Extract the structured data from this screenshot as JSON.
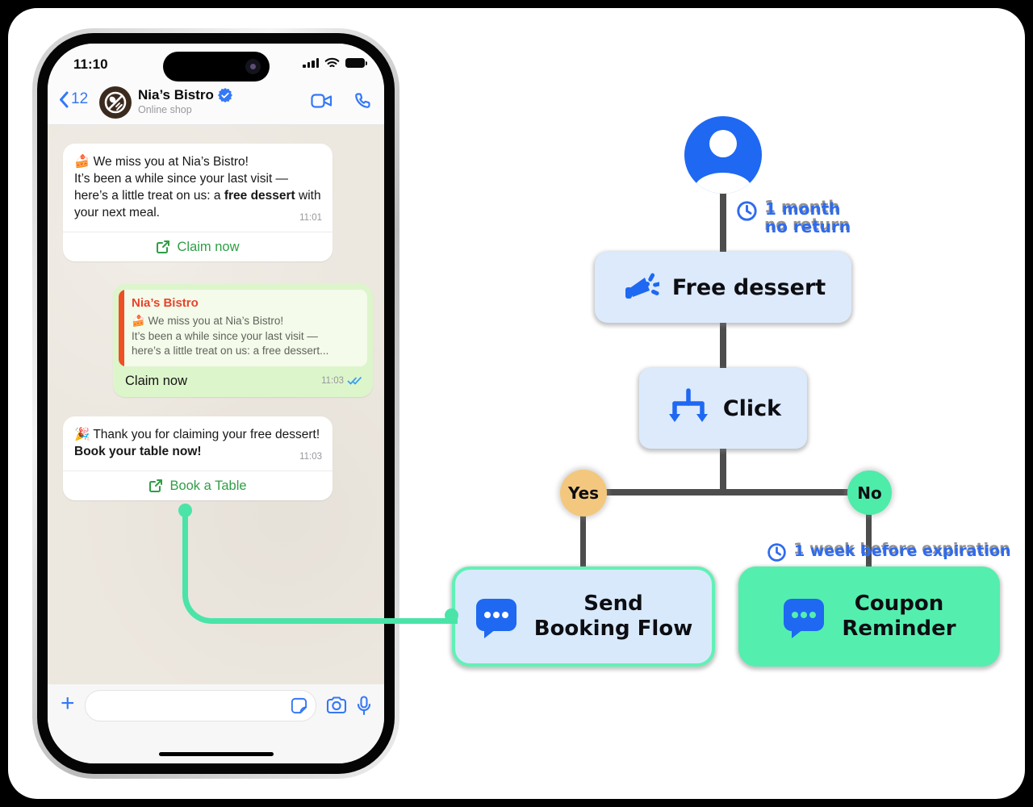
{
  "colors": {
    "brand_blue": "#1e68f2",
    "ios_blue": "#3478f6",
    "mint": "#54efae",
    "sandy": "#f3c87e",
    "line_gray": "#4d4d4d",
    "light_blue": "#dceafc",
    "bubble_green": "#ddf5cb",
    "link_green": "#2f9e46",
    "quote_red": "#e8432c"
  },
  "phone": {
    "time": "11:10",
    "back_count": "12",
    "chat_title": "Nia’s Bistro",
    "chat_subtitle": "Online shop",
    "msg1": {
      "pre": "🍰 We miss you at Nia’s Bistro!\nIt’s been a while since your last visit — here’s a little treat on us: a ",
      "bold": "free dessert",
      "post": " with your next meal.",
      "time": "11:01",
      "cta": "Claim now"
    },
    "msg2": {
      "quote_title": "Nia’s Bistro",
      "quote_text": "🍰 We miss you at Nia’s Bistro!\nIt’s been a while since your last visit —\nhere’s a little treat on us: a free dessert...",
      "reply": "Claim now",
      "time": "11:03"
    },
    "msg3": {
      "pre": "🎉 Thank you for claiming your free dessert! ",
      "bold": "Book your table now!",
      "time": "11:03",
      "cta": "Book a Table"
    }
  },
  "flow": {
    "trigger_note": "1 month\nno return",
    "step_offer": "Free dessert",
    "step_click": "Click",
    "branch_yes": "Yes",
    "branch_no": "No",
    "yes_box_l1": "Send",
    "yes_box_l2": "Booking Flow",
    "expiry_note": "1 week before expiration",
    "no_box_l1": "Coupon",
    "no_box_l2": "Reminder"
  }
}
